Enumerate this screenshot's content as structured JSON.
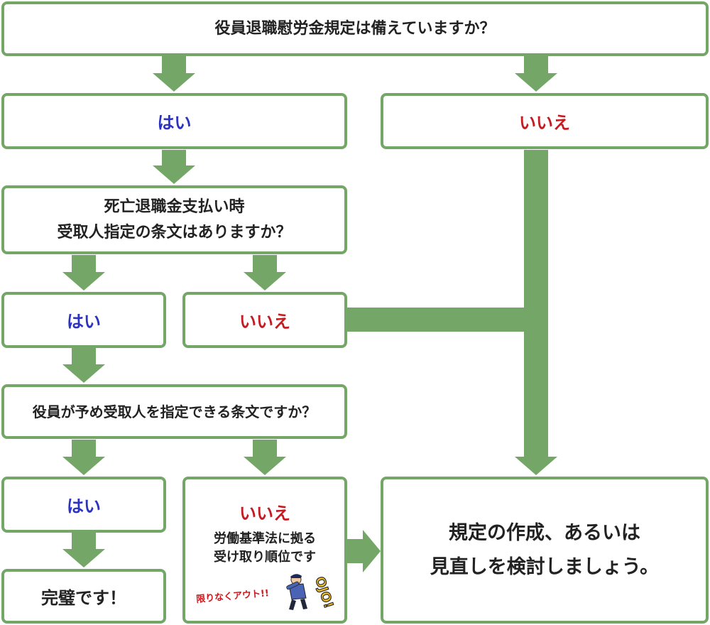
{
  "q1": {
    "text": "役員退職慰労金規定は備えていますか？"
  },
  "q1_yes": "はい",
  "q1_no": "いいえ",
  "q2": {
    "line1": "死亡退職金支払い時",
    "line2": "受取人指定の条文はありますか？"
  },
  "q2_yes": "はい",
  "q2_no": "いいえ",
  "q3": {
    "text": "役員が予め受取人を指定できる条文ですか？"
  },
  "q3_yes": "はい",
  "q3_no": {
    "label": "いいえ",
    "line1": "労働基準法に拠る",
    "line2": "受け取り順位です",
    "tag": "限りなくアウト!!",
    "stamp": "OJO!"
  },
  "complete": "完璧です！",
  "final": {
    "line1": "規定の作成、あるいは",
    "line2": "見直しを検討しましょう。"
  },
  "colors": {
    "green": "#74a767",
    "yes": "#2b33c2",
    "no": "#c21d22"
  }
}
